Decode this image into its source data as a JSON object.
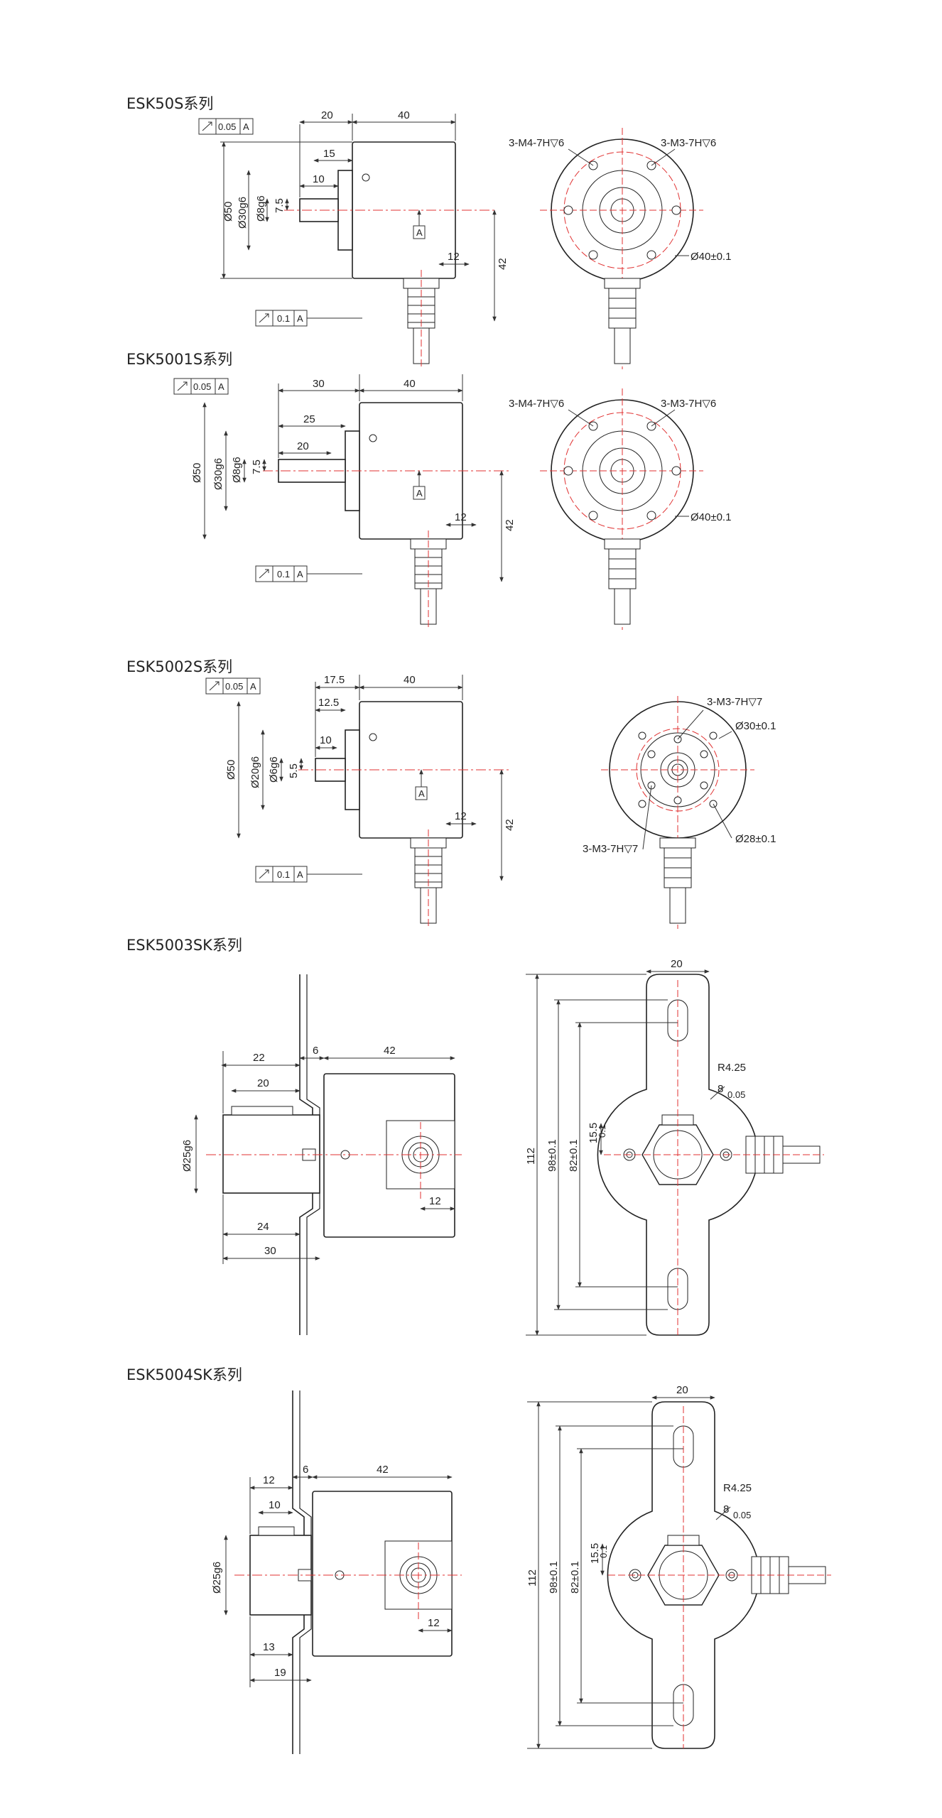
{
  "sections": [
    {
      "title": "ESK50S系列",
      "tol_top": "0.05",
      "tol_bottom": "0.1",
      "datum": "A",
      "dims_side": [
        "20",
        "40",
        "15",
        "10",
        "7.5",
        "12",
        "42",
        "Ø50",
        "Ø30g6",
        "Ø8g6"
      ],
      "front_labels": [
        "3-M4-7H▽6",
        "3-M3-7H▽6",
        "Ø40±0.1"
      ]
    },
    {
      "title": "ESK5001S系列",
      "tol_top": "0.05",
      "tol_bottom": "0.1",
      "datum": "A",
      "dims_side": [
        "30",
        "40",
        "25",
        "20",
        "7.5",
        "12",
        "42",
        "Ø50",
        "Ø30g6",
        "Ø8g6"
      ],
      "front_labels": [
        "3-M4-7H▽6",
        "3-M3-7H▽6",
        "Ø40±0.1"
      ]
    },
    {
      "title": "ESK5002S系列",
      "tol_top": "0.05",
      "tol_bottom": "0.1",
      "datum": "A",
      "dims_side": [
        "17.5",
        "40",
        "12.5",
        "10",
        "5.5",
        "12",
        "42",
        "Ø50",
        "Ø20g6",
        "Ø6g6"
      ],
      "front_labels": [
        "3-M3-7H▽7",
        "Ø30±0.1",
        "3-M3-7H▽7",
        "Ø28±0.1"
      ]
    },
    {
      "title": "ESK5003SK系列",
      "dims_side": [
        "6",
        "42",
        "22",
        "20",
        "Ø25g6",
        "12",
        "24",
        "30"
      ],
      "dims_front": [
        "20",
        "R4.25",
        "8",
        "0.05",
        "15.5",
        "0.1",
        "112",
        "98±0.1",
        "82±0.1"
      ]
    },
    {
      "title": "ESK5004SK系列",
      "dims_side": [
        "6",
        "42",
        "12",
        "10",
        "Ø25g6",
        "12",
        "13",
        "19"
      ],
      "dims_front": [
        "20",
        "R4.25",
        "8",
        "0.05",
        "15.5",
        "0.1",
        "112",
        "98±0.1",
        "82±0.1"
      ]
    }
  ]
}
